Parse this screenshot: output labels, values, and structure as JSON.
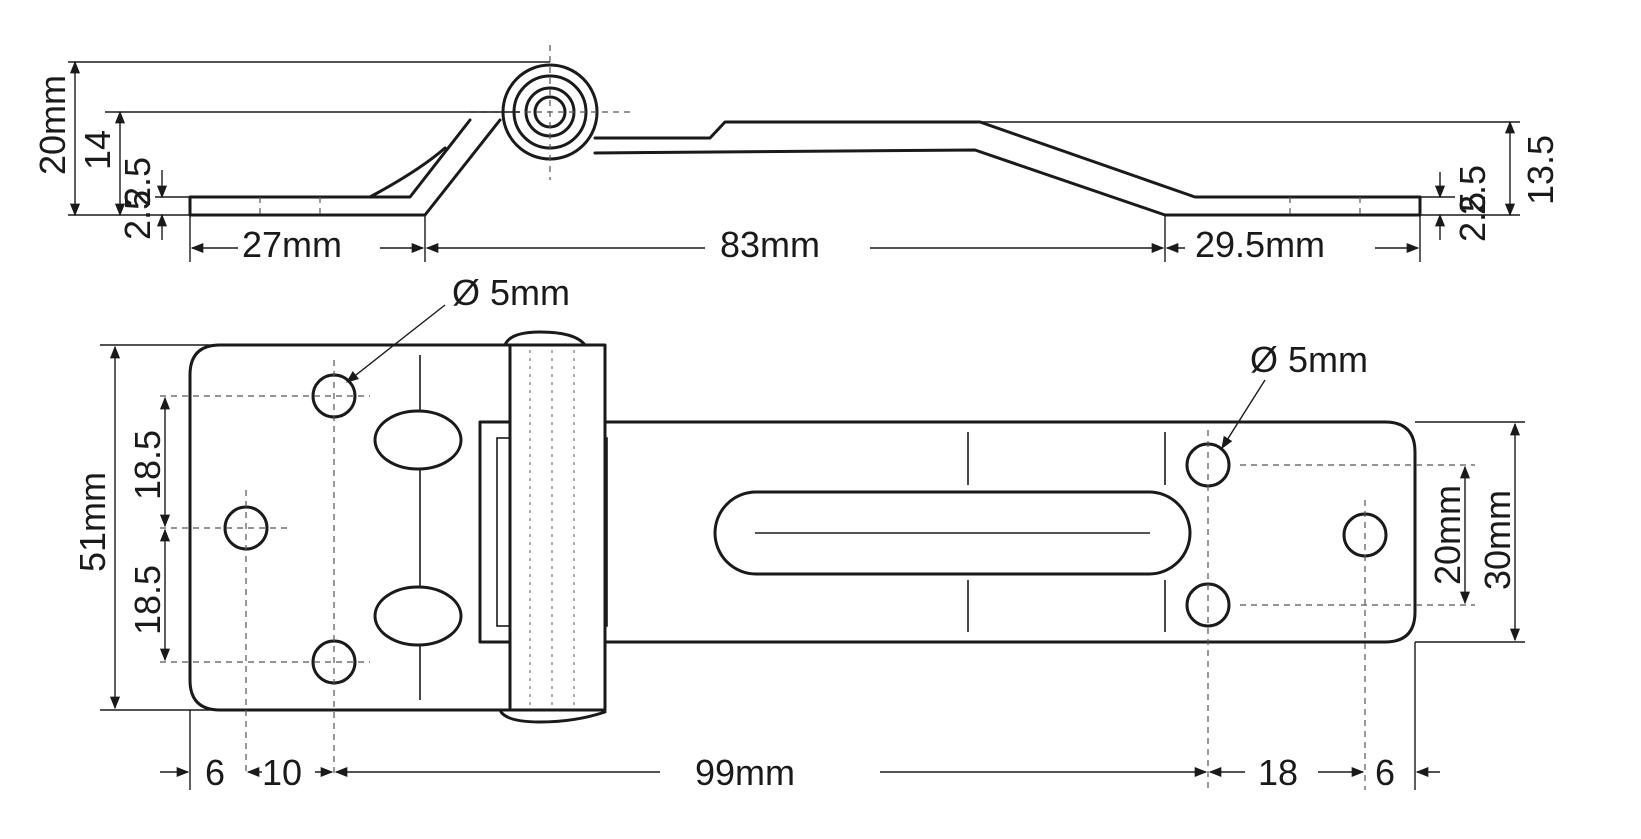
{
  "background_color": "#ffffff",
  "line_color": "#1a1a1a",
  "side_view": {
    "total_height": "20mm",
    "pin_height": "14",
    "plate_thickness_left": "2.5",
    "plate_thickness_left_2": "2.5",
    "left_length": "27mm",
    "middle_length": "83mm",
    "right_length": "29.5mm",
    "right_height": "13.5",
    "plate_thickness_right": "2.5",
    "plate_thickness_right_2": "2.5"
  },
  "top_view": {
    "hole_left_dia": "Ø 5mm",
    "hole_right_dia": "Ø 5mm",
    "total_width": "51mm",
    "hole_pitch_upper": "18.5",
    "hole_pitch_lower": "18.5",
    "right_hole_spacing": "20mm",
    "right_plate_width": "30mm",
    "left_edge_offset": "6",
    "left_hole_offset": "10",
    "overall_length": "99mm",
    "right_hole_offset": "18",
    "right_edge_offset": "6"
  }
}
